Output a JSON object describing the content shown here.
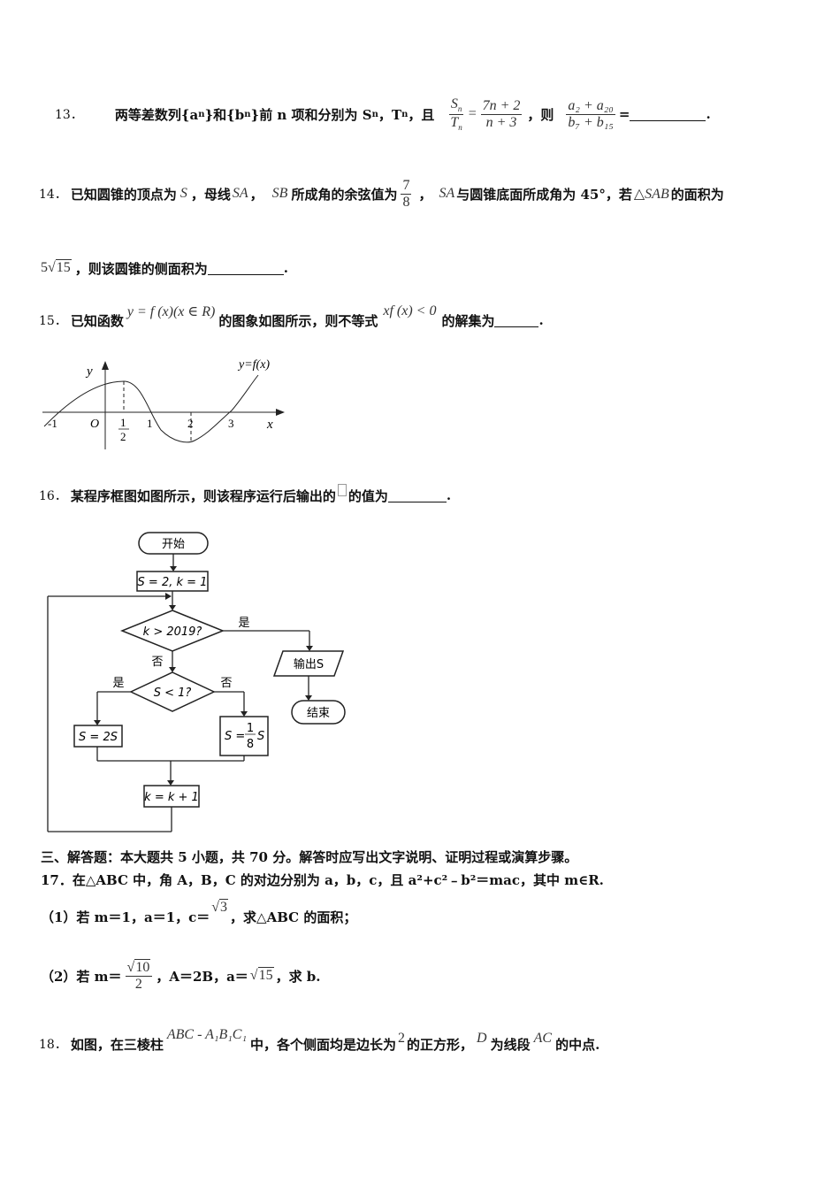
{
  "q13": {
    "num": "13．",
    "text1": "两等差数列{a",
    "sub_n": "n",
    "text2": "}和{b",
    "text3": "}前 n 项和分别为 S",
    "text4": "，T",
    "text5": "，且",
    "frac1_num": "S",
    "frac1_den": "T",
    "eq": "=",
    "frac2_num": "7n + 2",
    "frac2_den": "n + 3",
    "text6": "，则",
    "frac3_num": "a₂ + a₂₀",
    "frac3_den": "b₇ + b₁₅",
    "text7": "=",
    "end": "."
  },
  "q14": {
    "num": "14．",
    "text1": "已知圆锥的顶点为",
    "S": "S",
    "text2": "，母线",
    "SA": "SA",
    "text3": "，",
    "SB": "SB",
    "text4": "所成角的余弦值为",
    "frac_num": "7",
    "frac_den": "8",
    "text5": "，",
    "SA2": "SA",
    "text6": "与圆锥底面所成角为 45°，若",
    "tri": "△SAB",
    "text7": "的面积为",
    "area_coef": "5",
    "area_rad": "15",
    "text8": "，则该圆锥的侧面积为",
    "end": "."
  },
  "q15": {
    "num": "15．",
    "text1": "已知函数",
    "func": "y = f (x)(x ∈ R)",
    "text2": "的图象如图所示，则不等式",
    "ineq": "xf (x) < 0",
    "text3": "的解集为",
    "end": ".",
    "graph": {
      "y_label": "y",
      "x_label": "x",
      "origin": "O",
      "curve_label": "y=f(x)",
      "tick_m1": "-1",
      "tick_half_num": "1",
      "tick_half_den": "2",
      "tick_1": "1",
      "tick_2": "2",
      "tick_3": "3"
    }
  },
  "q16": {
    "num": "16．",
    "text1": "某程序框图如图所示，则该程序运行后输出的",
    "text2": "的值为",
    "end": ".",
    "flow": {
      "start": "开始",
      "init": "S = 2, k = 1",
      "cond1": "k > 2019?",
      "yes1": "是",
      "no1": "否",
      "output": "输出S",
      "end": "结束",
      "cond2": "S < 1?",
      "yes2": "是",
      "no2": "否",
      "left": "S = 2S",
      "right_pre": "S =",
      "right_num": "1",
      "right_den": "8",
      "right_post": "S",
      "inc": "k = k + 1"
    }
  },
  "section3": "三、解答题：本大题共 5 小题，共 70 分。解答时应写出文字说明、证明过程或演算步骤。",
  "q17": {
    "main": "17．在△ABC 中，角 A，B，C 的对边分别为 a，b，c，且 a²+c²﹣b²＝mac，其中 m∈R.",
    "p1_text1": "（1）若 m＝1，a＝1，c＝",
    "p1_rad": "3",
    "p1_text2": "，求△ABC 的面积；",
    "p2_text1": "（2）若 m＝",
    "p2_num_rad": "10",
    "p2_den": "2",
    "p2_text2": "，A＝2B，a＝",
    "p2_rad": "15",
    "p2_text3": "，求 b."
  },
  "q18": {
    "num": "18．",
    "text1": "如图，在三棱柱",
    "prism": "ABC - A₁B₁C₁",
    "text2": "中，各个侧面均是边长为",
    "side": "2",
    "text3": "的正方形，",
    "D": "D",
    "text4": "为线段",
    "AC": "AC",
    "text5": "的中点."
  }
}
